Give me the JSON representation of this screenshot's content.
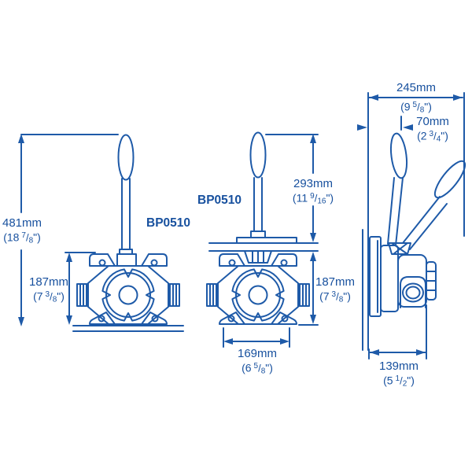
{
  "diagram": {
    "product_views": {
      "surface_mount_model_label": "BP0510",
      "deck_mount_model_label": "BP0510"
    },
    "dimensions": {
      "overall_height": {
        "mm": "481mm",
        "inch_open": "(18",
        "frac_num": "7",
        "frac_den": "8",
        "inch_close": "\")"
      },
      "body_height": {
        "mm": "187mm",
        "inch_open": "(7",
        "frac_num": "3",
        "frac_den": "8",
        "inch_close": "\")"
      },
      "handle_above_deck": {
        "mm": "293mm",
        "inch_open": "(11",
        "frac_num": "9",
        "frac_den": "16",
        "inch_close": "\")"
      },
      "below_deck_height": {
        "mm": "187mm",
        "inch_open": "(7",
        "frac_num": "3",
        "frac_den": "8",
        "inch_close": "\")"
      },
      "base_width": {
        "mm": "169mm",
        "inch_open": "(6",
        "frac_num": "5",
        "frac_den": "8",
        "inch_close": "\")"
      },
      "handle_sweep": {
        "mm": "245mm",
        "inch_open": "(9",
        "frac_num": "5",
        "frac_den": "8",
        "inch_close": "\")"
      },
      "handle_wall_offset": {
        "mm": "70mm",
        "inch_open": "(2",
        "frac_num": "3",
        "frac_den": "4",
        "inch_close": "\")"
      },
      "side_depth": {
        "mm": "139mm",
        "inch_open": "(5",
        "frac_num": "1",
        "frac_den": "2",
        "inch_close": "\")"
      }
    },
    "colors": {
      "line": "#1e5aa8",
      "text": "#17509e",
      "background": "#ffffff"
    }
  }
}
